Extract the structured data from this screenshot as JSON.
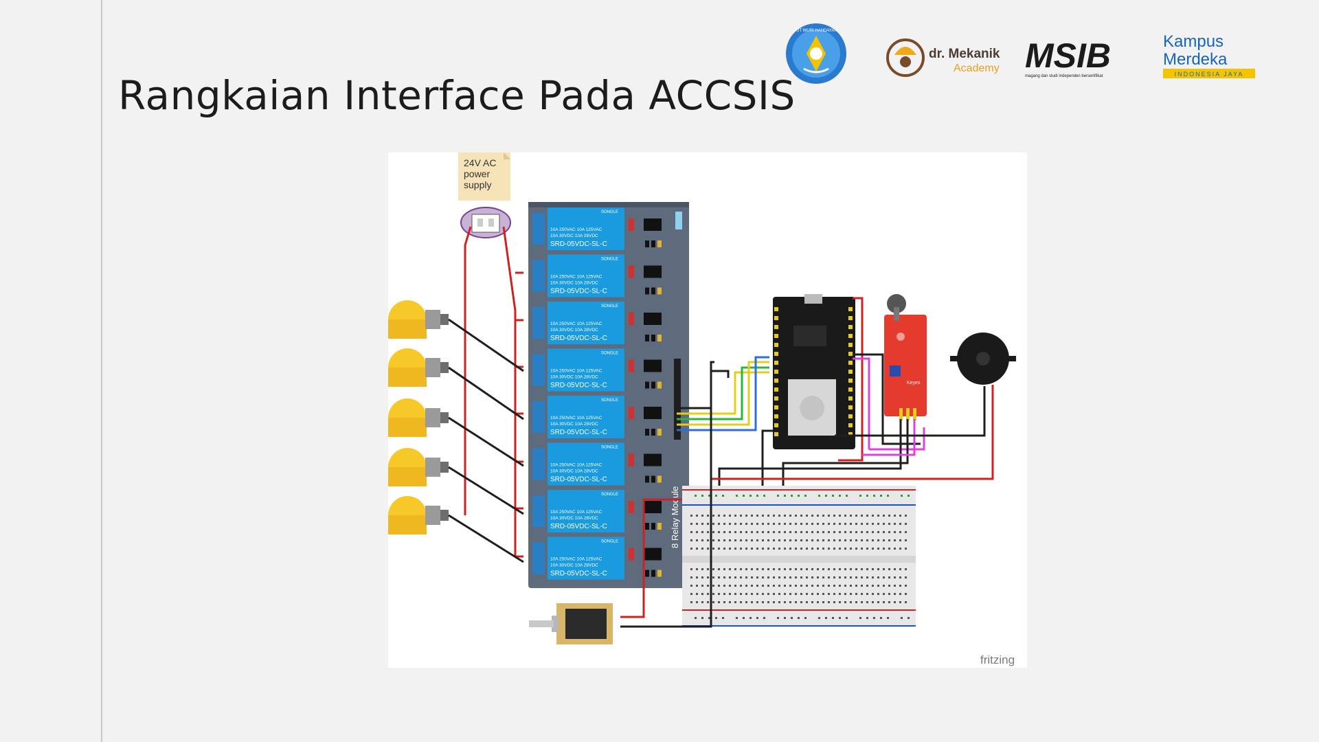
{
  "slide": {
    "title": "Rangkaian Interface Pada ACCSIS"
  },
  "logos": {
    "tut_wuri": "TUT WURI HANDAYANI",
    "drmekanik_line1": "dr. Mekanik",
    "drmekanik_line2": "Academy",
    "msib": "MSIB",
    "msib_tagline": "magang dan studi independen bersertifikat",
    "kampus_line1": "Kampus",
    "kampus_line2": "Merdeka",
    "kampus_line3": "INDONESIA JAYA"
  },
  "diagram": {
    "power_note_lines": [
      "24V AC",
      "power",
      "supply"
    ],
    "relay_brand": "SONGLE",
    "relay_spec_line1": "10A 250VAC 10A 125VAC",
    "relay_spec_line2": "10A  30VDC 10A  28VDC",
    "relay_model": "SRD-05VDC-SL-C",
    "relay_module_label": "8 Relay Module",
    "relay_count": 8,
    "bulb_count": 5,
    "sensor_label": "Keyes",
    "watermark": "fritzing"
  },
  "colors": {
    "relay_blue": "#1a9be0",
    "module_gray": "#5d6b7c",
    "wire_red": "#d21f1f",
    "wire_black": "#1e1e1e",
    "wire_yellow": "#e8cc1a",
    "wire_green": "#2db53a",
    "wire_blue": "#2f6ed8",
    "wire_magenta": "#e040e0",
    "bulb_yellow": "#f7c928",
    "sensor_red": "#e53b2e"
  }
}
